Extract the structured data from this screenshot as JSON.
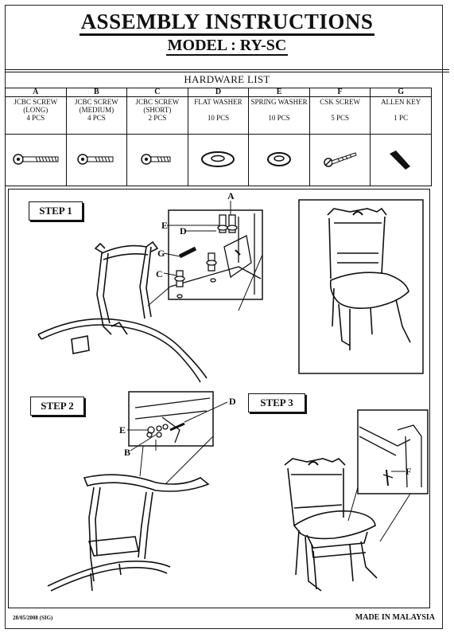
{
  "header": {
    "title": "ASSEMBLY INSTRUCTIONS",
    "model": "MODEL : RY-SC"
  },
  "hardware": {
    "title": "HARDWARE LIST",
    "items": [
      {
        "letter": "A",
        "name": "JCBC SCREW",
        "detail": "(LONG)",
        "qty": "4 PCS"
      },
      {
        "letter": "B",
        "name": "JCBC SCREW",
        "detail": "(MEDIUM)",
        "qty": "4 PCS"
      },
      {
        "letter": "C",
        "name": "JCBC SCREW",
        "detail": "(SHORT)",
        "qty": "2 PCS"
      },
      {
        "letter": "D",
        "name": "FLAT WASHER",
        "detail": "",
        "qty": "10 PCS"
      },
      {
        "letter": "E",
        "name": "SPRING WASHER",
        "detail": "",
        "qty": "10 PCS"
      },
      {
        "letter": "F",
        "name": "CSK SCREW",
        "detail": "",
        "qty": "5 PCS"
      },
      {
        "letter": "G",
        "name": "ALLEN KEY",
        "detail": "",
        "qty": "1 PC"
      }
    ]
  },
  "steps": {
    "step1": "STEP 1",
    "step2": "STEP 2",
    "step3": "STEP 3"
  },
  "callouts": {
    "s1_a": "A",
    "s1_e": "E",
    "s1_d": "D",
    "s1_g": "G",
    "s1_c": "C",
    "s2_d": "D",
    "s2_e": "E",
    "s2_b": "B",
    "s3_f": "F"
  },
  "icons": [
    "screw-long-icon",
    "screw-medium-icon",
    "screw-short-icon",
    "flat-washer-icon",
    "spring-washer-icon",
    "csk-screw-icon",
    "allen-key-icon"
  ],
  "footer": {
    "date": "28/05/2008 (SIG)",
    "made_in": "MADE IN MALAYSIA"
  }
}
